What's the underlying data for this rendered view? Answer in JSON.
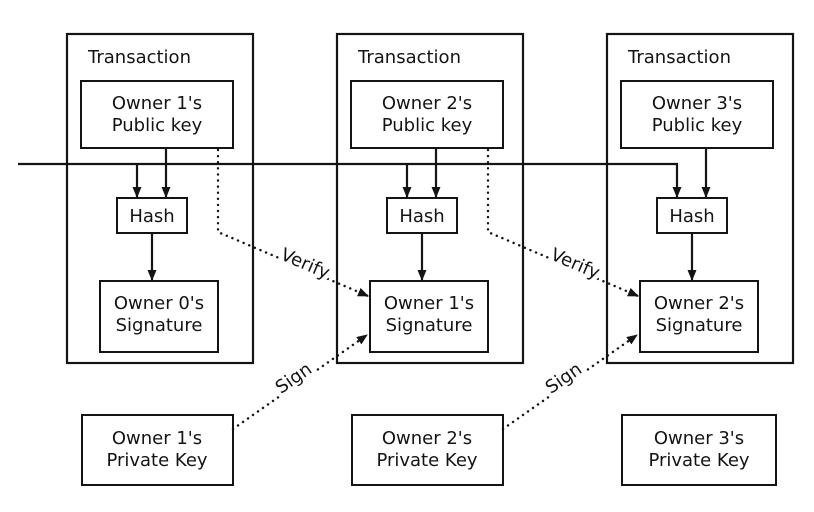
{
  "diagram": {
    "background": "#ffffff",
    "line_color": "#141414",
    "transactions": [
      {
        "title": "Transaction",
        "public_key": {
          "line1": "Owner 1's",
          "line2": "Public key"
        },
        "hash_label": "Hash",
        "signature": {
          "line1": "Owner 0's",
          "line2": "Signature"
        }
      },
      {
        "title": "Transaction",
        "public_key": {
          "line1": "Owner 2's",
          "line2": "Public key"
        },
        "hash_label": "Hash",
        "signature": {
          "line1": "Owner 1's",
          "line2": "Signature"
        }
      },
      {
        "title": "Transaction",
        "public_key": {
          "line1": "Owner 3's",
          "line2": "Public key"
        },
        "hash_label": "Hash",
        "signature": {
          "line1": "Owner 2's",
          "line2": "Signature"
        }
      }
    ],
    "private_keys": [
      {
        "line1": "Owner 1's",
        "line2": "Private Key"
      },
      {
        "line1": "Owner 2's",
        "line2": "Private Key"
      },
      {
        "line1": "Owner 3's",
        "line2": "Private Key"
      }
    ],
    "edge_labels": {
      "verify": "Verify",
      "sign": "Sign"
    }
  }
}
